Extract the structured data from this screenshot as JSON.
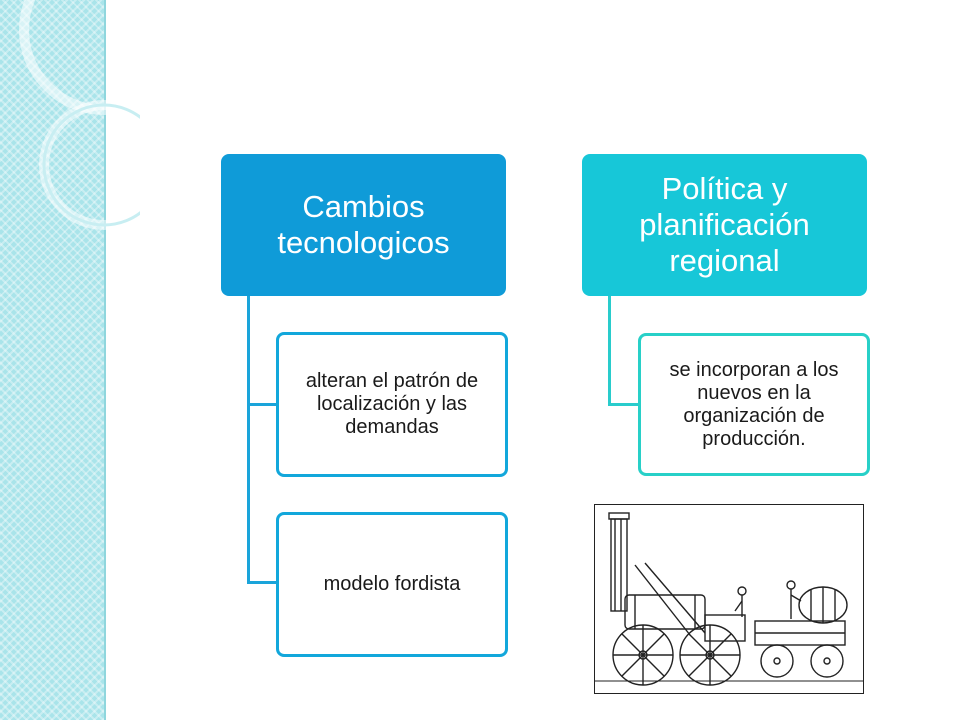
{
  "diagram": {
    "left_branch": {
      "title": "Cambios tecnologicos",
      "children": [
        "alteran el patrón de localización y las demandas",
        "modelo fordista"
      ]
    },
    "right_branch": {
      "title": "Política y planificación regional",
      "children": [
        "se incorporan a los nuevos en la organización de producción."
      ]
    }
  },
  "colors": {
    "left_main": "#0f9bd8",
    "right_main": "#17c7d8",
    "left_border": "#12a7db",
    "right_border": "#28d0c8",
    "side_band": "#a9e4ea"
  },
  "image": {
    "icon": "steam-locomotive-engraving"
  }
}
